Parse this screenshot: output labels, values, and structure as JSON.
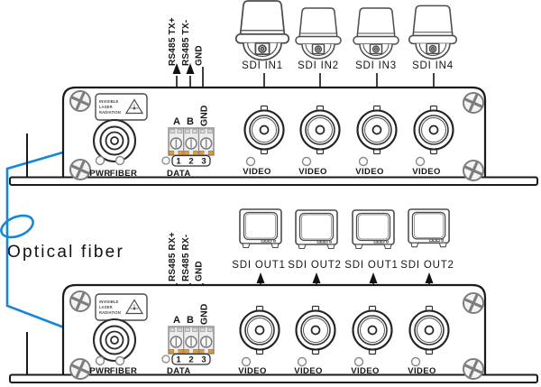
{
  "optical_fiber_label": "Optical fiber",
  "camera_inputs": [
    "SDI IN1",
    "SDI IN2",
    "SDI IN3",
    "SDI IN4"
  ],
  "monitor_outputs": [
    "SDI OUT1",
    "SDI OUT2",
    "SDI OUT1",
    "SDI OUT2"
  ],
  "transmitter": {
    "rs485_labels": [
      "RS485 TX+",
      "RS485 TX-",
      "GND"
    ],
    "terminal_letters": [
      "A",
      "B"
    ],
    "terminal_gnd": "GND",
    "terminal_numbers": [
      "1",
      "2",
      "3"
    ],
    "data_label": "DATA",
    "pwr_label": "PWR",
    "fiber_label": "FIBER",
    "video_labels": [
      "VIDEO",
      "VIDEO",
      "VIDEO",
      "VIDEO"
    ],
    "laser_warning": {
      "line1": "INVISIBLE",
      "line2": "LASER",
      "line3": "RADIATION"
    }
  },
  "receiver": {
    "rs485_labels": [
      "RS485 RX+",
      "RS485 RX-",
      "GND"
    ],
    "terminal_letters": [
      "A",
      "B"
    ],
    "terminal_gnd": "GND",
    "terminal_numbers": [
      "1",
      "2",
      "3"
    ],
    "data_label": "DATA",
    "pwr_label": "PWR",
    "fiber_label": "FIBER",
    "video_labels": [
      "VIDEO",
      "VIDEO",
      "VIDEO",
      "VIDEO"
    ],
    "laser_warning": {
      "line1": "INVISIBLE",
      "line2": "LASER",
      "line3": "RADIATION"
    }
  },
  "colors": {
    "fiber_cable_blue": "#1587d8",
    "line_ink": "#1a1a1a",
    "screw_gray": "#7d7d7d",
    "terminal_orange": "#dd9b3f"
  }
}
